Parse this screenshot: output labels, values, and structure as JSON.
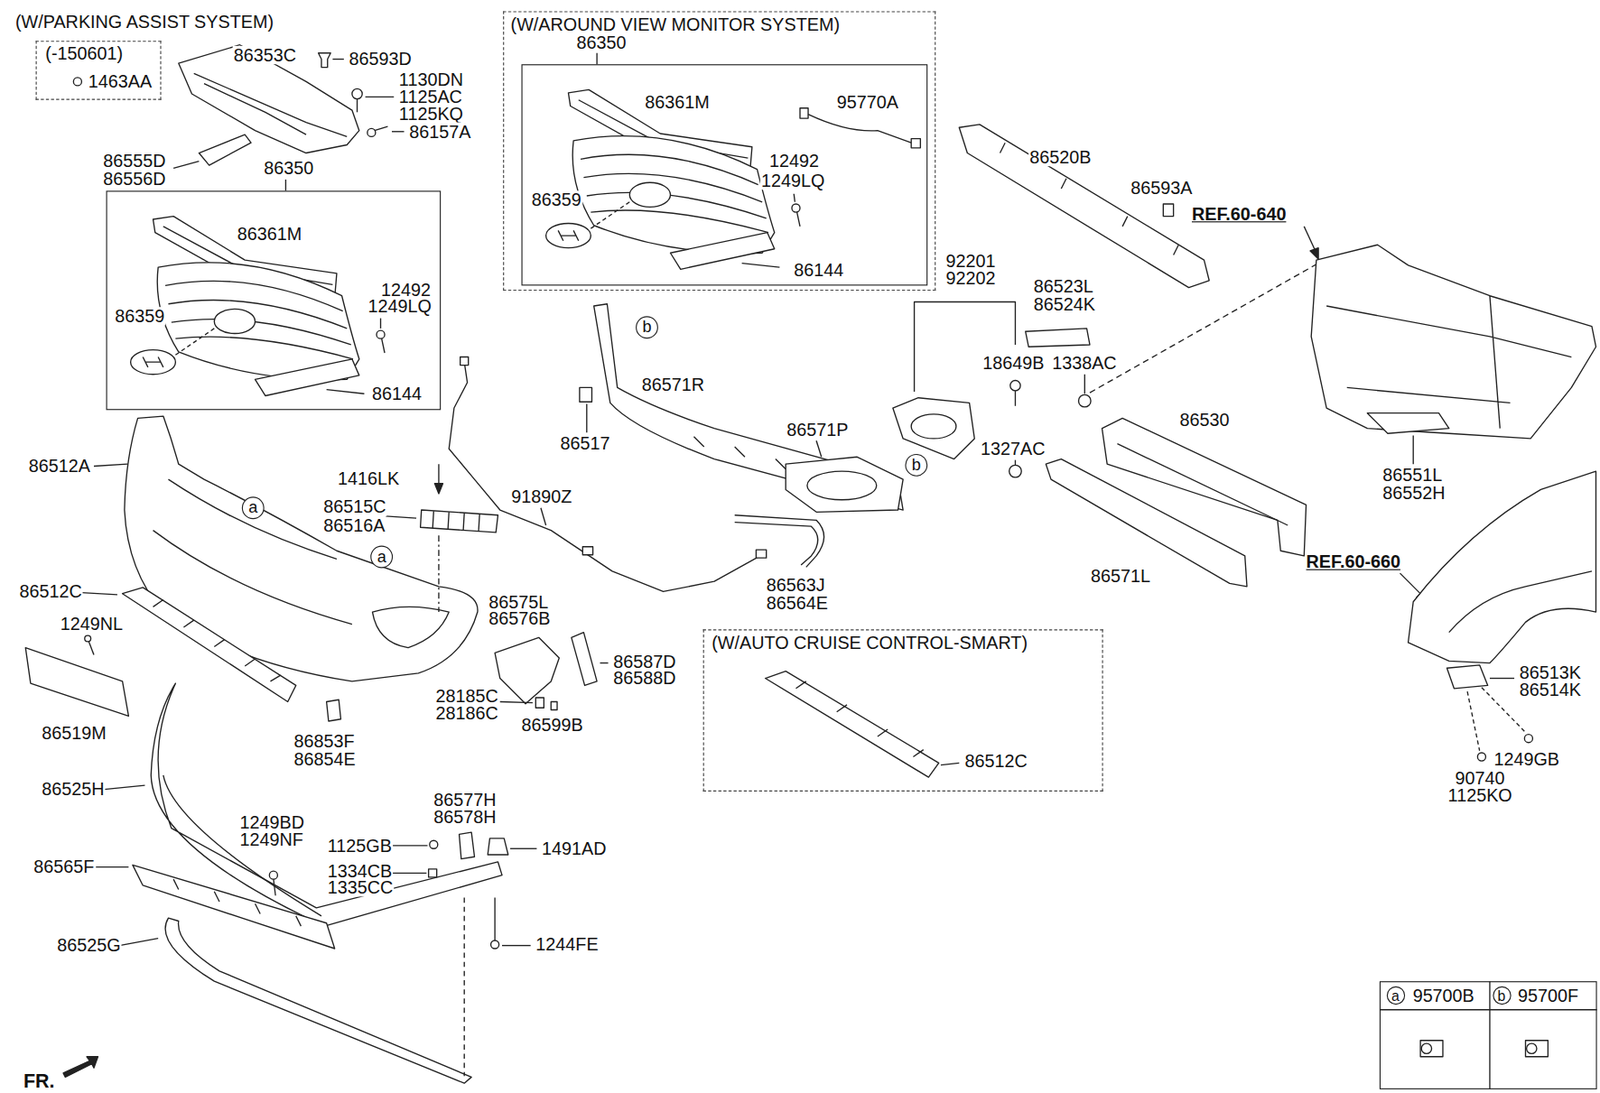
{
  "diagram": {
    "nodes": [
      {
        "text": [
          "(-150601)",
          "1463AA"
        ]
      },
      {
        "text": [
          "86350",
          "86361M",
          "12492",
          "1249LQ",
          "86359",
          "86144"
        ]
      },
      {
        "text": [
          "(W/AROUND VIEW MONITOR SYSTEM)"
        ]
      },
      {
        "text": [
          "86350",
          "86361M",
          "95770A",
          "12492",
          "1249LQ",
          "86359",
          "86144"
        ],
        "in": 2
      },
      {
        "text": [
          "b"
        ]
      },
      {
        "text": [
          "a"
        ]
      },
      {
        "text": [
          "b"
        ]
      },
      {
        "text": [
          "a"
        ]
      },
      {
        "text": [
          "(W/AUTO CRUISE CONTROL-SMART)",
          "86512C"
        ]
      },
      {
        "text": [
          "95700B",
          "95700F"
        ]
      },
      {
        "text": [
          "a"
        ],
        "in": 9
      },
      {
        "text": [
          "b"
        ],
        "in": 9
      }
    ],
    "labels": [
      "(W/PARKING ASSIST SYSTEM)",
      "86353C",
      "86593D",
      "1130DN",
      "1125AC",
      "1125KQ",
      "86157A",
      "86555D",
      "86556D",
      "86520B",
      "86593A",
      "REF.60-640",
      "92201",
      "92202",
      "86523L",
      "86524K",
      "18649B",
      "1338AC",
      "86571R",
      "86530",
      "86571P",
      "86517",
      "1327AC",
      "86512A",
      "86551L",
      "86552H",
      "1416LK",
      "91890Z",
      "86515C",
      "86516A",
      "REF.60-660",
      "86571L",
      "86563J",
      "86564E",
      "86512C",
      "86575L",
      "86576B",
      "1249NL",
      "86587D",
      "86588D",
      "86513K",
      "86514K",
      "28185C",
      "28186C",
      "86599B",
      "86519M",
      "86853F",
      "86854E",
      "1249GB",
      "90740",
      "1125KO",
      "86525H",
      "86577H",
      "86578H",
      "1249BD",
      "1249NF",
      "1125GB",
      "1491AD",
      "86565F",
      "1334CB",
      "1335CC",
      "86525G",
      "1244FE",
      "FR."
    ]
  }
}
